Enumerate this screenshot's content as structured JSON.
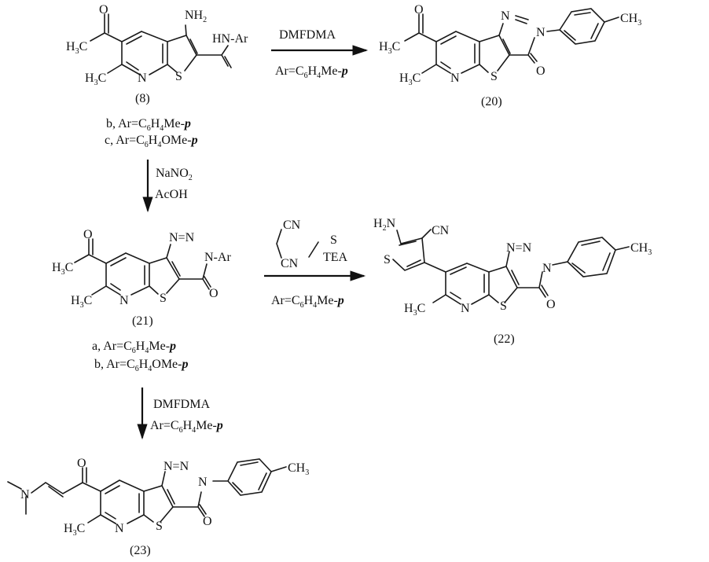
{
  "scheme": {
    "compounds": {
      "c8": {
        "label": "(8)",
        "variants": [
          "b, Ar=C6H4Me-p",
          "c, Ar=C6H4OMe-p"
        ]
      },
      "c20": {
        "label": "(20)"
      },
      "c21": {
        "label": "(21)",
        "variants": [
          "a, Ar=C6H4Me-p",
          "b, Ar=C6H4OMe-p"
        ]
      },
      "c22": {
        "label": "(22)"
      },
      "c23": {
        "label": "(23)"
      }
    },
    "atoms": {
      "O": "O",
      "N": "N",
      "S": "S",
      "CN": "CN",
      "NN": "N=N",
      "NAr": "N-Ar",
      "HNAr": "HN-Ar",
      "TEA": "TEA"
    },
    "reactions": [
      {
        "id": "8-to-20",
        "reagent_top": "DMFDMA",
        "reagent_bottom": "Ar=C6H4Me-p"
      },
      {
        "id": "8-to-21",
        "reagent_top": "NaNO2",
        "reagent_bottom": "AcOH"
      },
      {
        "id": "21-to-22",
        "reagent_top": "malononitrile / S, TEA",
        "reagent_bottom": "Ar=C6H4Me-p"
      },
      {
        "id": "21-to-23",
        "reagent_top": "DMFDMA",
        "reagent_bottom": "Ar=C6H4Me-p"
      }
    ]
  }
}
